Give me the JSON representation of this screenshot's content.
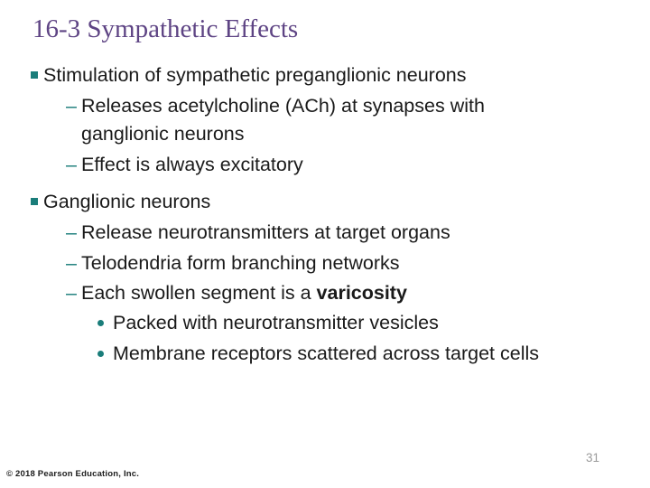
{
  "slide": {
    "title": "16-3 Sympathetic Effects",
    "page_number": "31",
    "copyright": "© 2018 Pearson Education, Inc.",
    "glyphs": {
      "dash_bullet": "–"
    },
    "colors": {
      "title": "#5e4484",
      "accent": "#1a7d7a",
      "text": "#1a1a1a",
      "page": "#9a9a9a"
    },
    "bullets": {
      "section1": {
        "heading": "Stimulation of sympathetic preganglionic neurons",
        "sub1": "Releases acetylcholine (ACh) at synapses with ganglionic neurons",
        "sub2": "Effect is always excitatory"
      },
      "section2": {
        "heading": "Ganglionic neurons",
        "sub1": "Release neurotransmitters at target organs",
        "sub2": "Telodendria form branching networks",
        "sub3_prefix": "Each swollen segment is a ",
        "sub3_bold": "varicosity",
        "sub3a": "Packed with neurotransmitter vesicles",
        "sub3b": "Membrane receptors scattered across target cells"
      }
    }
  }
}
